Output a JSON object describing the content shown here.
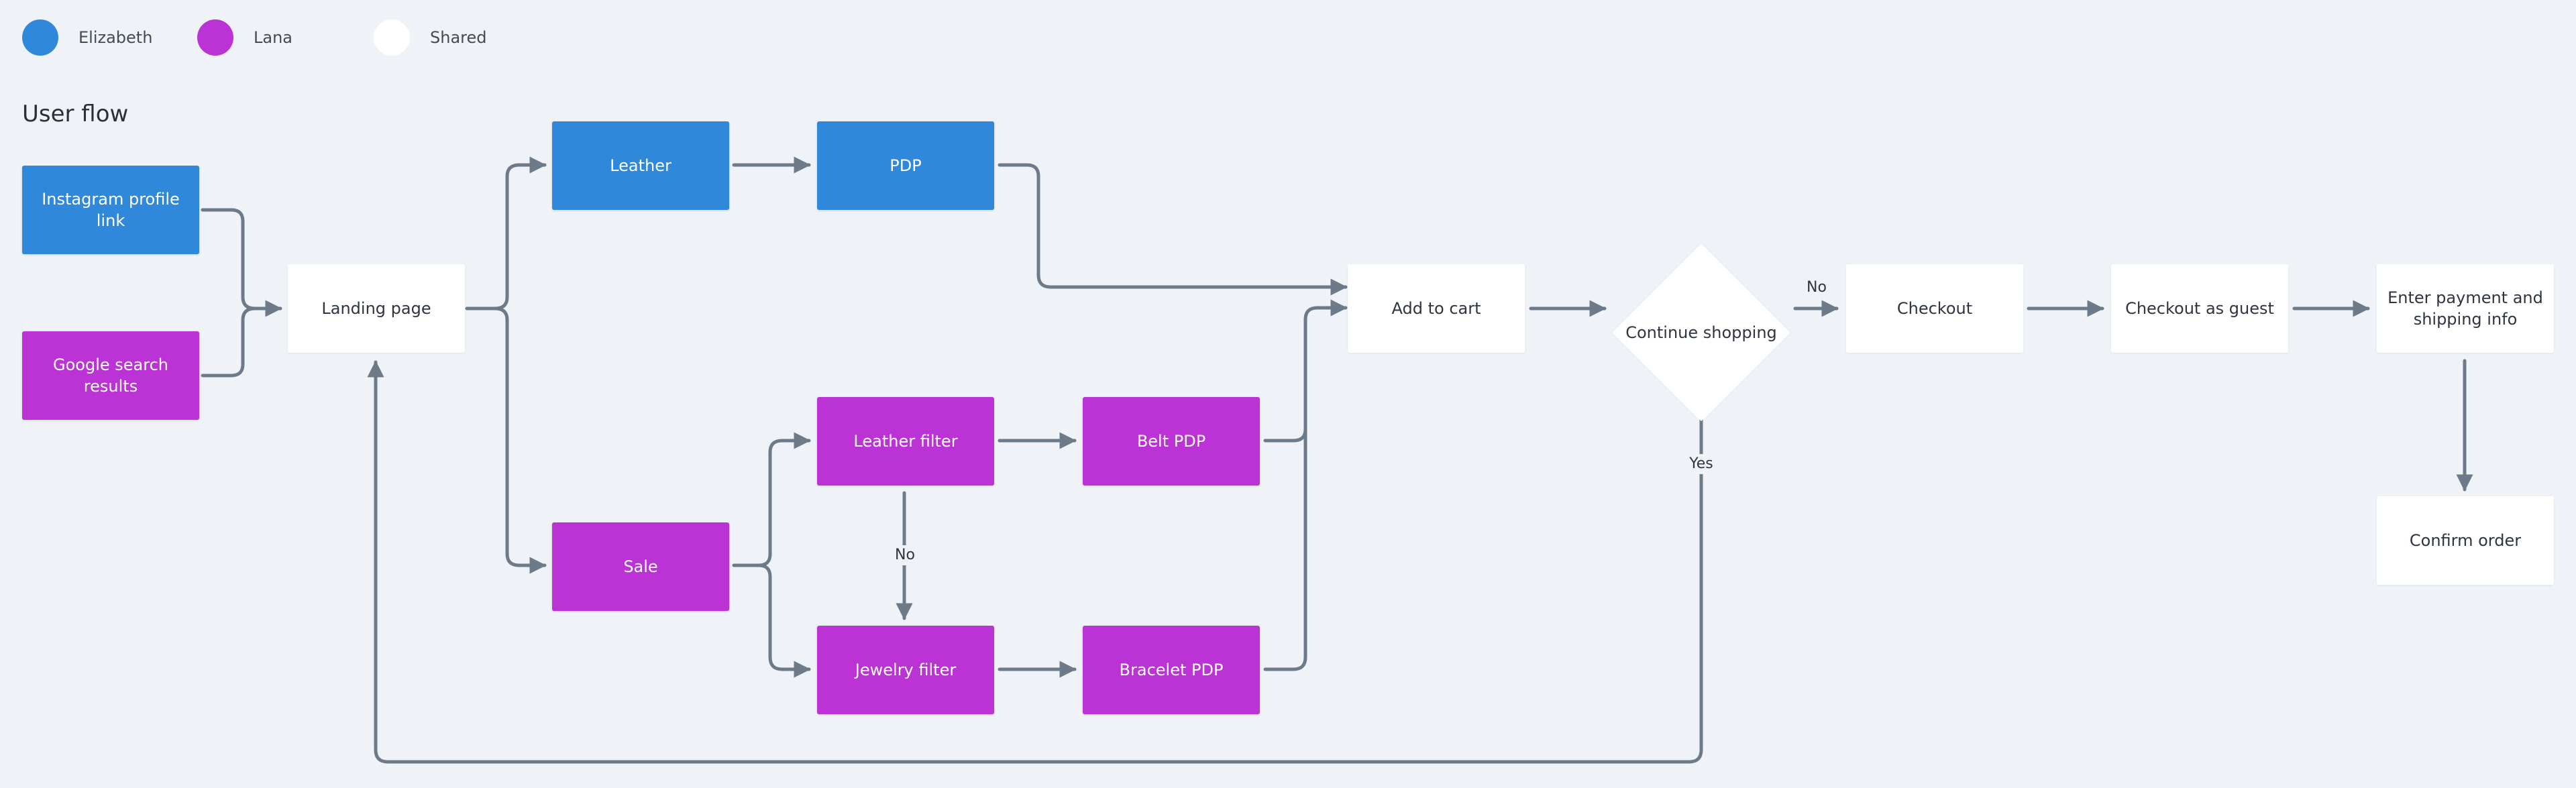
{
  "legend": [
    {
      "label": "Elizabeth",
      "color": "#2f88da"
    },
    {
      "label": "Lana",
      "color": "#bb33d4"
    },
    {
      "label": "Shared",
      "color": "#ffffff"
    }
  ],
  "title": "User flow",
  "nodes": {
    "instagram": "Instagram profile link",
    "google": "Google search results",
    "landing": "Landing page",
    "leather": "Leather",
    "pdp": "PDP",
    "sale": "Sale",
    "leather_filter": "Leather filter",
    "jewelry_filter": "Jewelry filter",
    "belt_pdp": "Belt PDP",
    "bracelet_pdp": "Bracelet PDP",
    "add_to_cart": "Add to cart",
    "continue_shopping": "Continue shopping",
    "checkout": "Checkout",
    "checkout_guest": "Checkout as guest",
    "payment": "Enter payment and shipping info",
    "confirm": "Confirm order"
  },
  "edge_labels": {
    "filter_no": "No",
    "continue_no": "No",
    "continue_yes": "Yes"
  }
}
